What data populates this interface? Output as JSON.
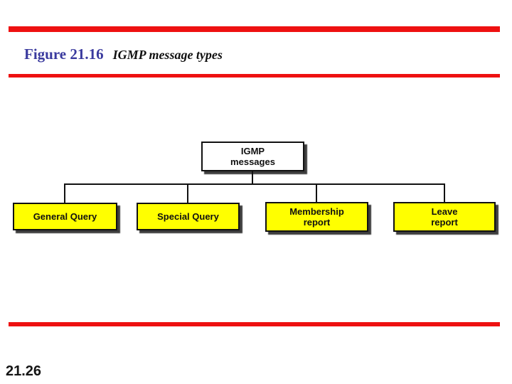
{
  "slide": {
    "figure_label": "Figure 21.16",
    "figure_caption": "IGMP message types",
    "page_number": "21.26"
  },
  "diagram": {
    "root": {
      "label": "IGMP\nmessages"
    },
    "children": [
      {
        "label": "General Query"
      },
      {
        "label": "Special Query"
      },
      {
        "label": "Membership\nreport"
      },
      {
        "label": "Leave\nreport"
      }
    ]
  },
  "colors": {
    "divider_red": "#ee1111",
    "figure_label_blue": "#3a3a9e",
    "caption_black": "#111111",
    "node_yellow": "#ffff00",
    "node_white": "#ffffff",
    "line_black": "#111111"
  }
}
